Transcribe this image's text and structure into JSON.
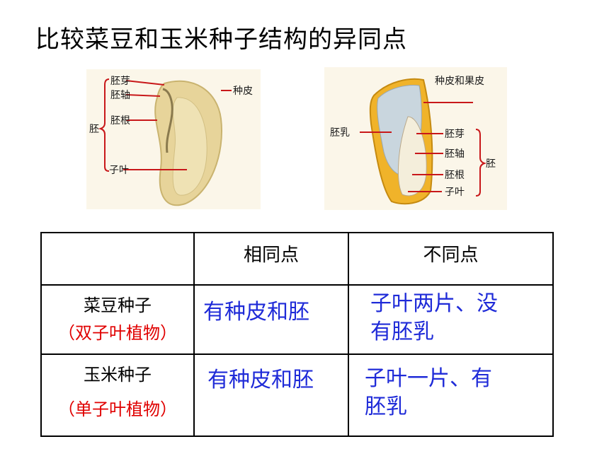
{
  "title": "比较菜豆和玉米种子结构的异同点",
  "bean_diagram": {
    "labels": {
      "plumule": "胚芽",
      "hypocotyl": "胚轴",
      "radicle": "胚根",
      "cotyledon": "子叶",
      "embryo": "胚",
      "seed_coat": "种皮"
    }
  },
  "corn_diagram": {
    "labels": {
      "seed_coat_pericarp": "种皮和果皮",
      "endosperm": "胚乳",
      "plumule": "胚芽",
      "hypocotyl": "胚轴",
      "radicle": "胚根",
      "cotyledon": "子叶",
      "embryo": "胚"
    }
  },
  "table": {
    "header_same": "相同点",
    "header_diff": "不同点",
    "rows": [
      {
        "name": "菜豆种子",
        "type": "（双子叶植物）",
        "same": "有种皮和胚",
        "diff_line1": "子叶两片、没",
        "diff_line2": "有胚乳"
      },
      {
        "name": "玉米种子",
        "type": "（单子叶植物）",
        "same": "有种皮和胚",
        "diff_line1": "子叶一片、有",
        "diff_line2": "胚乳"
      }
    ]
  },
  "colors": {
    "accent_red": "#c8181a",
    "answer_blue": "#1f2bd8",
    "seed_fill": "#e9d7a0"
  }
}
